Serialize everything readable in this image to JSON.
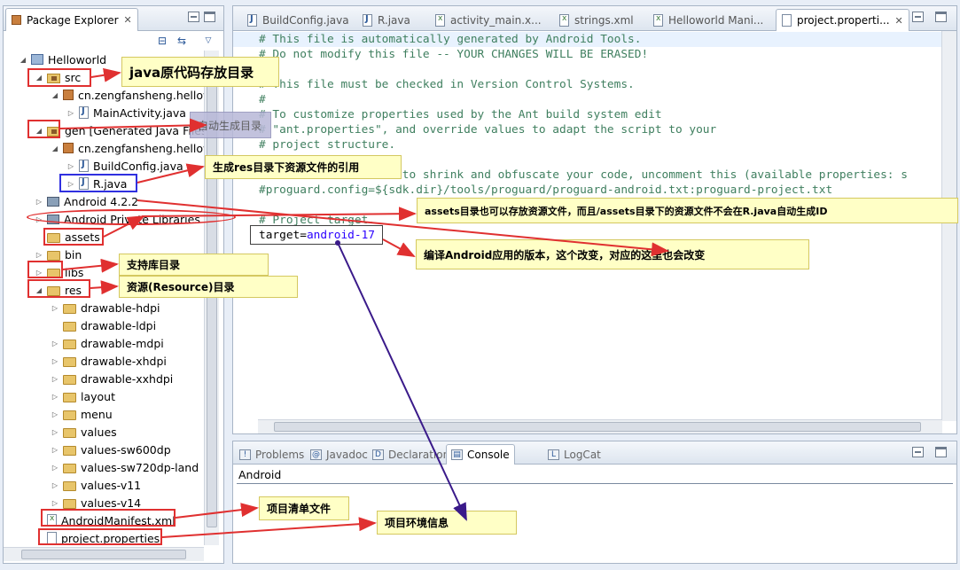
{
  "package_explorer": {
    "title": "Package Explorer",
    "tree": [
      {
        "label": "Helloworld",
        "indent": 0,
        "toggle": "open",
        "icon": "project-icon"
      },
      {
        "label": "src",
        "indent": 1,
        "toggle": "open",
        "icon": "source-folder-icon"
      },
      {
        "label": "cn.zengfansheng.hellow",
        "indent": 2,
        "toggle": "open",
        "icon": "package-icon"
      },
      {
        "label": "MainActivity.java",
        "indent": 3,
        "toggle": "closed",
        "icon": "java-file-icon"
      },
      {
        "label": "gen [Generated Java Files]",
        "indent": 1,
        "toggle": "open",
        "icon": "source-folder-icon"
      },
      {
        "label": "cn.zengfansheng.hellow",
        "indent": 2,
        "toggle": "open",
        "icon": "package-icon"
      },
      {
        "label": "BuildConfig.java",
        "indent": 3,
        "toggle": "closed",
        "icon": "java-file-icon"
      },
      {
        "label": "R.java",
        "indent": 3,
        "toggle": "closed",
        "icon": "java-file-icon"
      },
      {
        "label": "Android 4.2.2",
        "indent": 1,
        "toggle": "closed",
        "icon": "library-icon"
      },
      {
        "label": "Android Private Libraries",
        "indent": 1,
        "toggle": "closed",
        "icon": "library-icon"
      },
      {
        "label": "assets",
        "indent": 1,
        "toggle": "none",
        "icon": "folder-icon"
      },
      {
        "label": "bin",
        "indent": 1,
        "toggle": "closed",
        "icon": "folder-icon"
      },
      {
        "label": "libs",
        "indent": 1,
        "toggle": "closed",
        "icon": "folder-icon"
      },
      {
        "label": "res",
        "indent": 1,
        "toggle": "open",
        "icon": "folder-icon"
      },
      {
        "label": "drawable-hdpi",
        "indent": 2,
        "toggle": "closed",
        "icon": "folder-icon"
      },
      {
        "label": "drawable-ldpi",
        "indent": 2,
        "toggle": "none",
        "icon": "folder-icon"
      },
      {
        "label": "drawable-mdpi",
        "indent": 2,
        "toggle": "closed",
        "icon": "folder-icon"
      },
      {
        "label": "drawable-xhdpi",
        "indent": 2,
        "toggle": "closed",
        "icon": "folder-icon"
      },
      {
        "label": "drawable-xxhdpi",
        "indent": 2,
        "toggle": "closed",
        "icon": "folder-icon"
      },
      {
        "label": "layout",
        "indent": 2,
        "toggle": "closed",
        "icon": "folder-icon"
      },
      {
        "label": "menu",
        "indent": 2,
        "toggle": "closed",
        "icon": "folder-icon"
      },
      {
        "label": "values",
        "indent": 2,
        "toggle": "closed",
        "icon": "folder-icon"
      },
      {
        "label": "values-sw600dp",
        "indent": 2,
        "toggle": "closed",
        "icon": "folder-icon"
      },
      {
        "label": "values-sw720dp-land",
        "indent": 2,
        "toggle": "closed",
        "icon": "folder-icon"
      },
      {
        "label": "values-v11",
        "indent": 2,
        "toggle": "closed",
        "icon": "folder-icon"
      },
      {
        "label": "values-v14",
        "indent": 2,
        "toggle": "closed",
        "icon": "folder-icon"
      },
      {
        "label": "AndroidManifest.xml",
        "indent": 1,
        "toggle": "none",
        "icon": "xml-file-icon"
      },
      {
        "label": "project.properties",
        "indent": 1,
        "toggle": "none",
        "icon": "file-icon"
      }
    ]
  },
  "editor": {
    "tabs": [
      {
        "label": "BuildConfig.java",
        "icon": "java-file-icon",
        "active": false
      },
      {
        "label": "R.java",
        "icon": "java-file-icon",
        "active": false
      },
      {
        "label": "activity_main.x...",
        "icon": "xml-file-icon",
        "active": false
      },
      {
        "label": "strings.xml",
        "icon": "xml-file-icon",
        "active": false
      },
      {
        "label": "Helloworld Mani...",
        "icon": "xml-file-icon",
        "active": false
      },
      {
        "label": "project.properti...",
        "icon": "file-icon",
        "active": true
      }
    ],
    "lines": [
      "# This file is automatically generated by Android Tools.",
      "# Do not modify this file -- YOUR CHANGES WILL BE ERASED!",
      "#",
      "# This file must be checked in Version Control Systems.",
      "#",
      "# To customize properties used by the Ant build system edit",
      "# \"ant.properties\", and override values to adapt the script to your",
      "# project structure.",
      "#",
      "# To enable ProGuard to shrink and obfuscate your code, uncomment this (available properties: s",
      "#proguard.config=${sdk.dir}/tools/proguard/proguard-android.txt:proguard-project.txt",
      "",
      "# Project target.",
      "target="
    ],
    "target_value": "android-17"
  },
  "bottom_panel": {
    "tabs": [
      {
        "label": "Problems",
        "icon": "problems-icon",
        "active": false
      },
      {
        "label": "Javadoc",
        "icon": "at-icon",
        "active": false
      },
      {
        "label": "Declaration",
        "icon": "declaration-icon",
        "active": false
      },
      {
        "label": "Console",
        "icon": "console-icon",
        "active": true
      },
      {
        "label": "LogCat",
        "icon": "logcat-icon",
        "active": false
      }
    ],
    "console_text": "Android"
  },
  "annotations": {
    "src": "java原代码存放目录",
    "gen": "自动生成目录",
    "r_java": "生成res目录下资源文件的引用",
    "assets": "assets目录也可以存放资源文件，而且/assets目录下的资源文件不会在R.java自动生成ID",
    "target": "编译Android应用的版本，这个改变，对应的这里也会改变",
    "libs": "支持库目录",
    "res": "资源(Resource)目录",
    "manifest": "项目清单文件",
    "properties": "项目环境信息"
  },
  "colors": {
    "highlight_box": "#e03030",
    "blue_box": "#3030e0",
    "note_bg": "#ffffc6",
    "arrow_purple": "#3a1a8a"
  }
}
